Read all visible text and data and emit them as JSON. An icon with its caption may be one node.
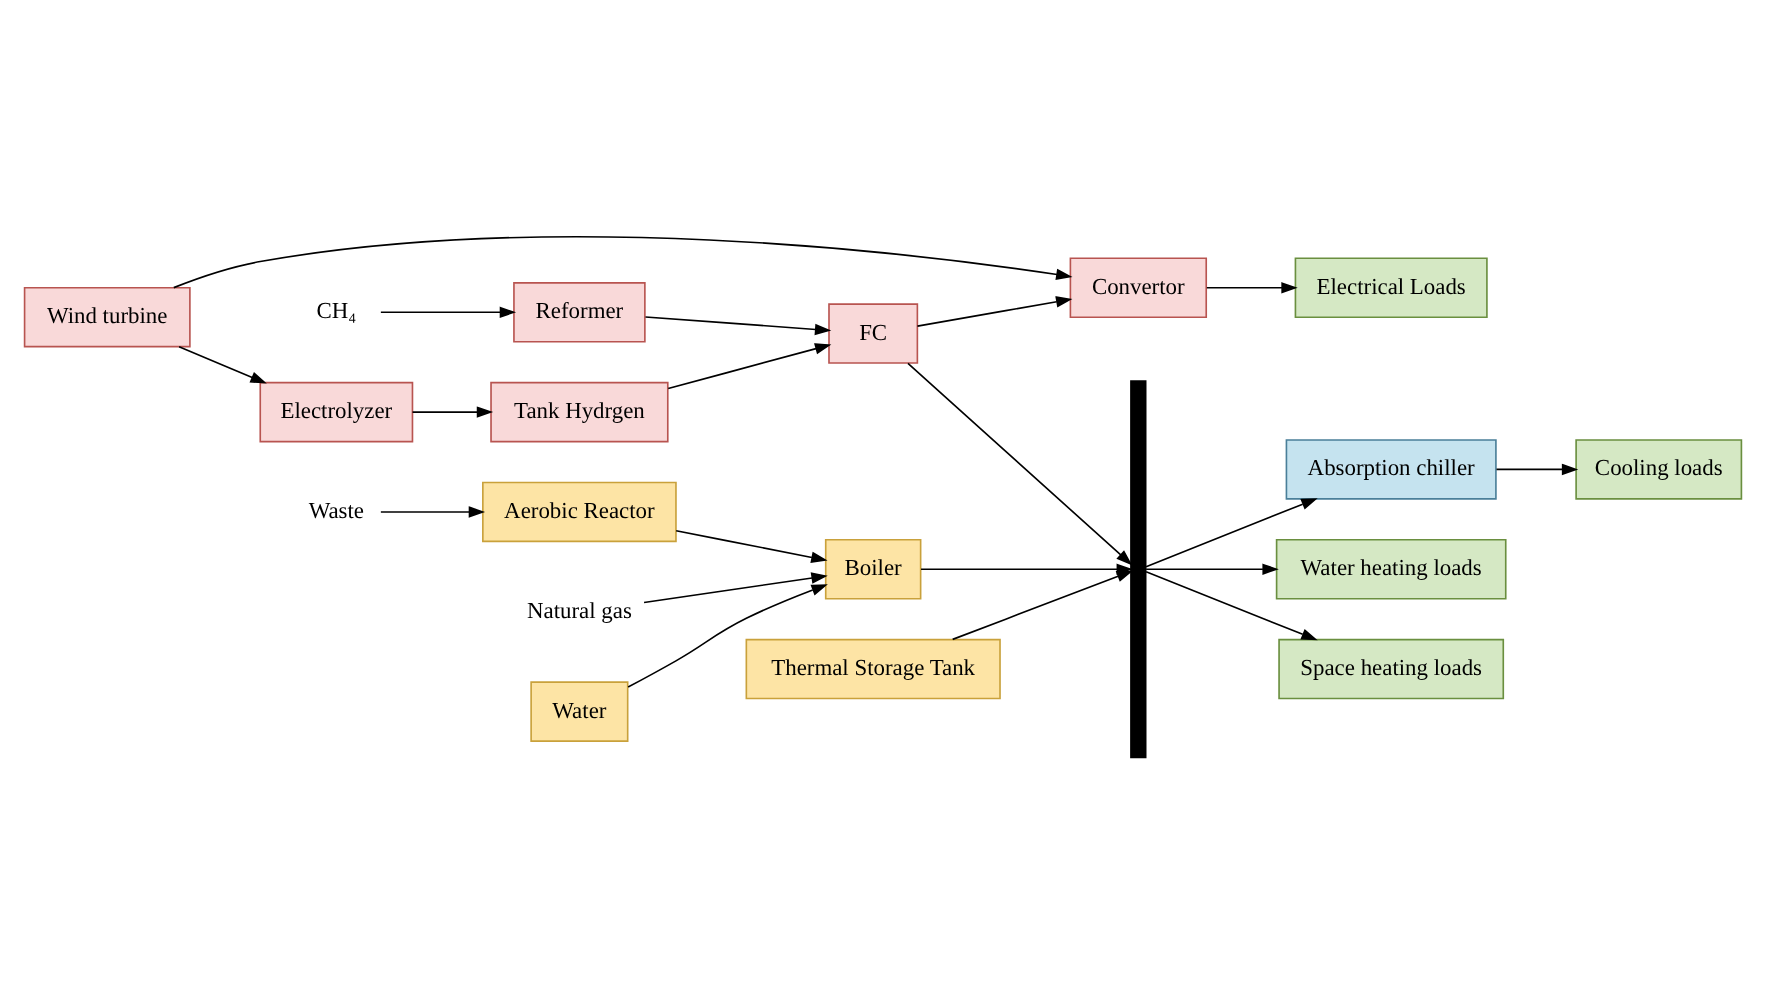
{
  "diagram": {
    "nodes": [
      {
        "text": [
          "Wind turbine"
        ]
      },
      {
        "text": [
          "Electrolyzer"
        ]
      },
      {
        "text": [
          "Convertor"
        ]
      },
      {
        "text": [
          "Electrical Loads"
        ]
      },
      {
        "text": [
          "CH₄"
        ]
      },
      {
        "text": [
          "Tank Hydrgen"
        ]
      },
      {
        "text": [
          "Reformer"
        ]
      },
      {
        "text": [
          "FC"
        ]
      },
      {
        "text": [],
        "shape": "bar"
      },
      {
        "text": [
          "Water"
        ]
      },
      {
        "text": [
          "Water heating loads"
        ]
      },
      {
        "text": [
          "Aerobic Reactor"
        ]
      },
      {
        "text": [
          "Boiler"
        ]
      },
      {
        "text": [
          "Space heating loads"
        ]
      },
      {
        "text": [
          "Thermal Storage Tank"
        ]
      },
      {
        "text": [
          "Absorption chiller"
        ]
      },
      {
        "text": [
          "Cooling loads"
        ]
      },
      {
        "text": [
          "Waste"
        ]
      },
      {
        "text": [
          "Natural gas"
        ]
      }
    ],
    "edges": [
      {
        "from": 0,
        "to": 1,
        "arrow": "to"
      },
      {
        "from": 0,
        "to": 2,
        "arrow": "to"
      },
      {
        "from": 1,
        "to": 5,
        "arrow": "to"
      },
      {
        "from": 2,
        "to": 3,
        "arrow": "to"
      },
      {
        "from": 4,
        "to": 6,
        "arrow": "to"
      },
      {
        "from": 5,
        "to": 7,
        "arrow": "to"
      },
      {
        "from": 6,
        "to": 7,
        "arrow": "to"
      },
      {
        "from": 7,
        "to": 2,
        "arrow": "to"
      },
      {
        "from": 7,
        "to": 8,
        "arrow": "to"
      },
      {
        "from": 9,
        "to": 12,
        "arrow": "to"
      },
      {
        "from": 11,
        "to": 12,
        "arrow": "to"
      },
      {
        "from": 18,
        "to": 12,
        "arrow": "to"
      },
      {
        "from": 17,
        "to": 11,
        "arrow": "to"
      },
      {
        "from": 12,
        "to": 8,
        "arrow": "to"
      },
      {
        "from": 8,
        "to": 10,
        "arrow": "to"
      },
      {
        "from": 8,
        "to": 13,
        "arrow": "to"
      },
      {
        "from": 14,
        "to": 8,
        "arrow": "to"
      },
      {
        "from": 8,
        "to": 15,
        "arrow": "to"
      },
      {
        "from": 15,
        "to": 16,
        "arrow": "to"
      }
    ]
  }
}
